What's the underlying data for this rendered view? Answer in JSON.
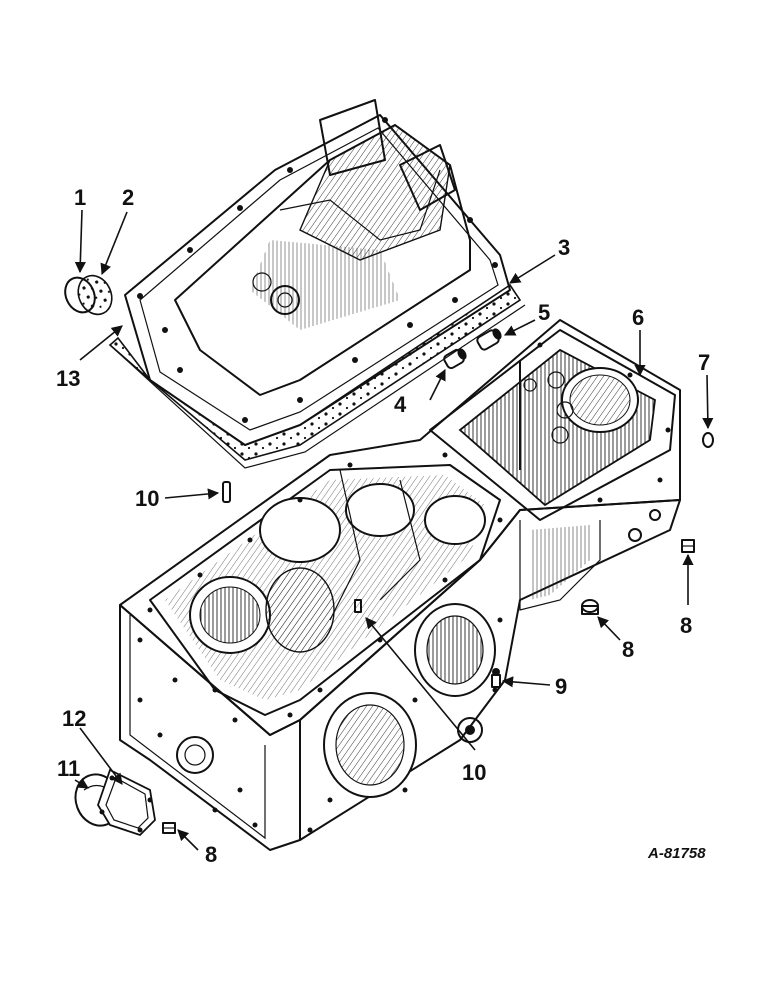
{
  "callouts": {
    "c1": "1",
    "c2": "2",
    "c3": "3",
    "c4": "4",
    "c5": "5",
    "c6": "6",
    "c7": "7",
    "c8a": "8",
    "c8b": "8",
    "c8c": "8",
    "c9": "9",
    "c10a": "10",
    "c10b": "10",
    "c11": "11",
    "c12": "12",
    "c13": "13"
  },
  "reference_code": "A-81758",
  "colors": {
    "ink": "#111111",
    "paper": "#ffffff"
  }
}
